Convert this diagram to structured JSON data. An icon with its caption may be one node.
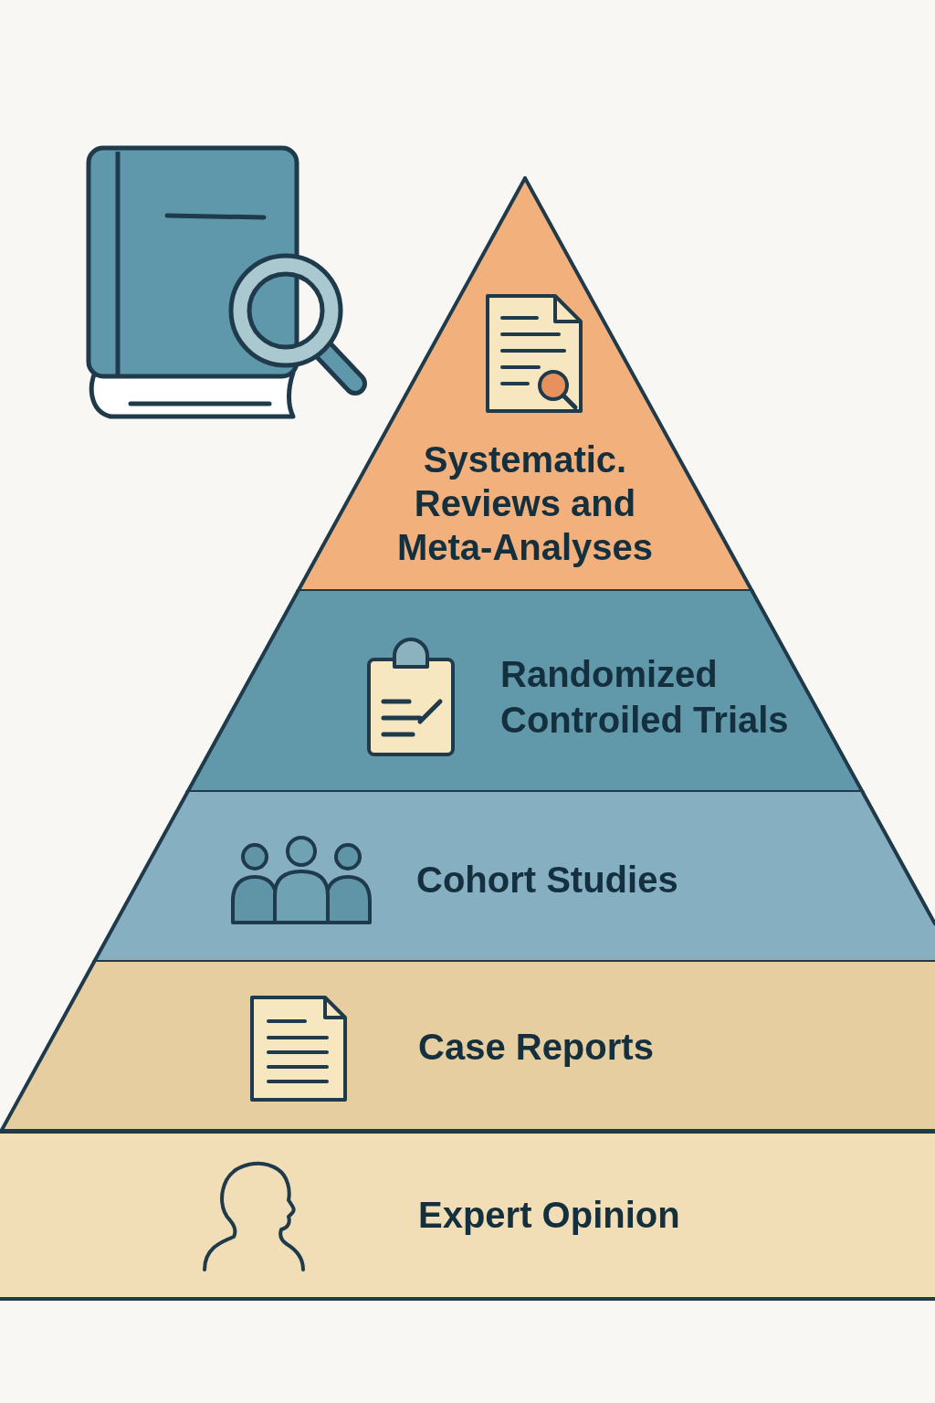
{
  "diagram": {
    "nodes": [
      {
        "text": [
          "Systematic. Reviews and Meta-Analyses"
        ]
      },
      {
        "text": [
          "Randomized Controiled Trials"
        ]
      },
      {
        "text": [
          "Cohort Studies"
        ]
      },
      {
        "text": [
          "Case Reports"
        ]
      },
      {
        "text": [
          "Expert Opinion"
        ]
      }
    ]
  }
}
